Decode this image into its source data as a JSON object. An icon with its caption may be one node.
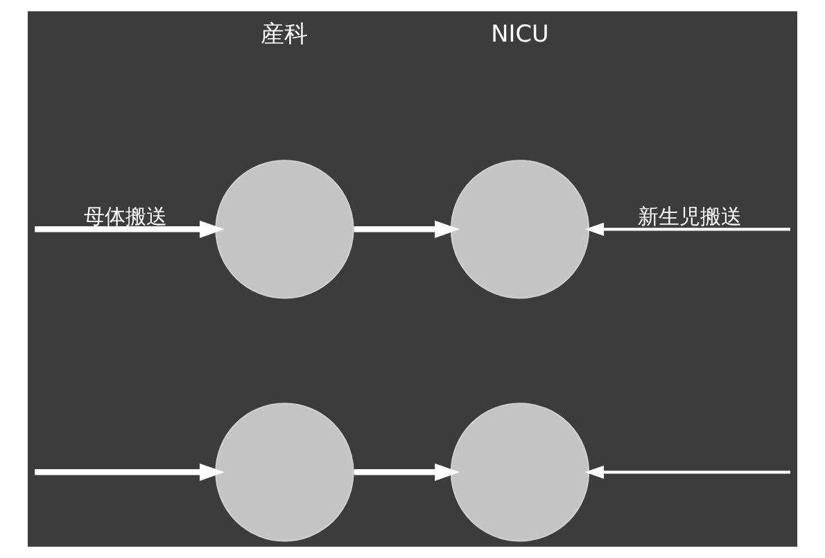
{
  "diagram": {
    "nodes": [
      {
        "text": [],
        "shape": "circle"
      },
      {
        "text": [],
        "shape": "circle"
      },
      {
        "text": [],
        "shape": "circle"
      },
      {
        "text": [],
        "shape": "circle"
      }
    ],
    "edges": [
      {
        "from": null,
        "to": 0,
        "arrow": "to",
        "label": "母体搬送"
      },
      {
        "from": 0,
        "to": 1,
        "arrow": "to"
      },
      {
        "from": null,
        "to": 1,
        "arrow": "to",
        "label": "新生児搬送"
      },
      {
        "from": null,
        "to": 2,
        "arrow": "to"
      },
      {
        "from": 2,
        "to": 3,
        "arrow": "to"
      },
      {
        "from": null,
        "to": 3,
        "arrow": "to"
      }
    ],
    "labels": [
      "産科",
      "NICU"
    ]
  }
}
